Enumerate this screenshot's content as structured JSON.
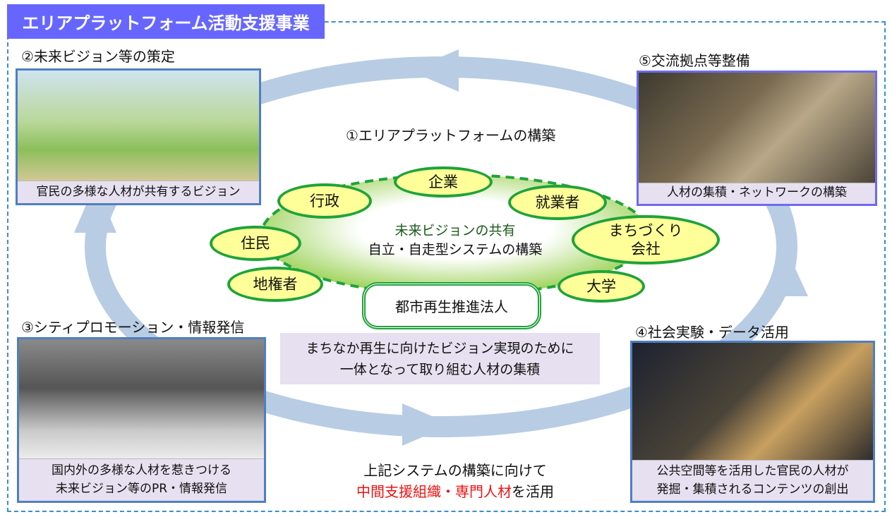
{
  "title": "エリアプラットフォーム活動支援事業",
  "center": {
    "heading": "①エリアプラットフォームの構築",
    "core_line1": "未来ビジョンの共有",
    "core_line2": "自立・自走型システムの構築",
    "members": [
      "企業",
      "行政",
      "就業者",
      "住民",
      "まちづくり\n会社",
      "地権者",
      "大学"
    ],
    "npo": "都市再生推進法人",
    "goal_line1": "まちなか再生に向けたビジョン実現のために",
    "goal_line2": "一体となって取り組む人材の集積"
  },
  "panels": {
    "vision": {
      "label": "②未来ビジョン等の策定",
      "caption": "官民の多様な人材が共有するビジョン"
    },
    "hub": {
      "label": "⑤交流拠点等整備",
      "caption": "人材の集積・ネットワークの構築"
    },
    "promo": {
      "label": "③シティプロモーション・情報発信",
      "caption1": "国内外の多様な人材を惹きつける",
      "caption2": "未来ビジョン等のPR・情報発信"
    },
    "experiment": {
      "label": "④社会実験・データ活用",
      "caption1": "公共空間等を活用した官民の人材が",
      "caption2": "発掘・集積されるコンテンツの創出"
    }
  },
  "bottom": {
    "line1": "上記システムの構築に向けて",
    "highlight": "中間支援組織・専門人材",
    "suffix": "を活用"
  },
  "colors": {
    "title_bg": "#6666ff",
    "ring": "#b8cce4",
    "green": "#1fa33a",
    "red": "#ee1111"
  }
}
